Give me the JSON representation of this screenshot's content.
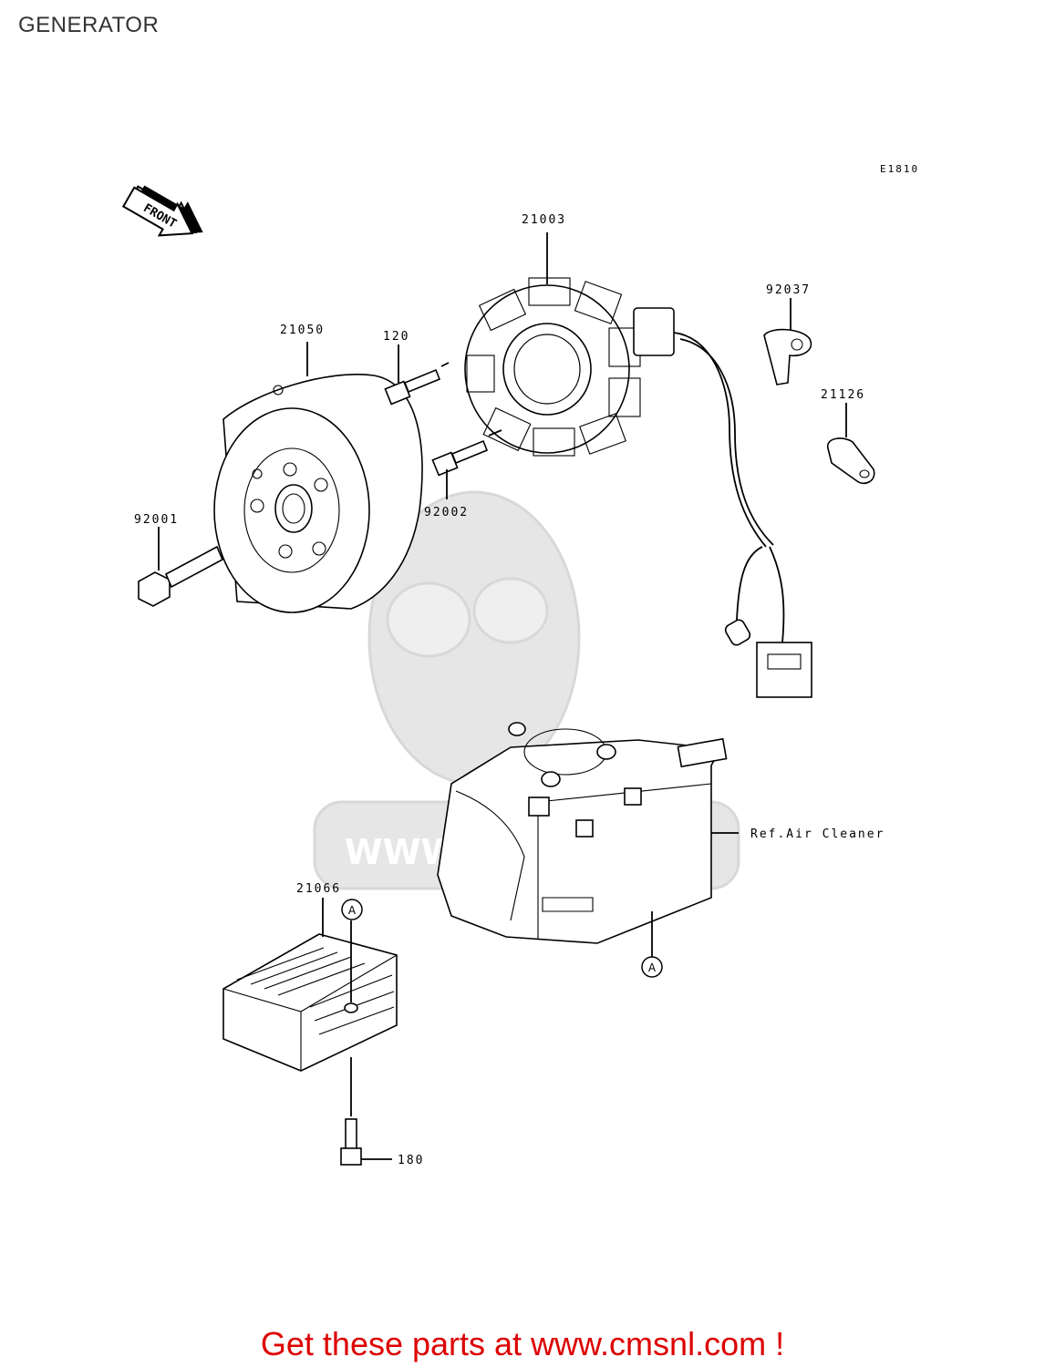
{
  "page": {
    "title": "GENERATOR",
    "diagram_code": "E1810"
  },
  "front_arrow": {
    "label": "FRONT",
    "icon": "front-arrow-icon"
  },
  "watermark": {
    "text": "WWW.CMSNL.COM"
  },
  "parts": [
    {
      "id": "21003",
      "name": "stator"
    },
    {
      "id": "21050",
      "name": "rotor-flywheel"
    },
    {
      "id": "120",
      "name": "bolt"
    },
    {
      "id": "92002",
      "name": "bolt"
    },
    {
      "id": "92001",
      "name": "flywheel-bolt"
    },
    {
      "id": "92037",
      "name": "clamp"
    },
    {
      "id": "21126",
      "name": "clamp"
    },
    {
      "id": "21066",
      "name": "regulator"
    },
    {
      "id": "180",
      "name": "bolt"
    }
  ],
  "reference": {
    "label": "Ref.Air Cleaner"
  },
  "markers": {
    "a1": "A",
    "a2": "A"
  },
  "footer": {
    "text": "Get these parts at www.cmsnl.com !"
  },
  "colors": {
    "footer": "#dd0000",
    "watermark": "#e6e6e6",
    "ink": "#000000"
  }
}
